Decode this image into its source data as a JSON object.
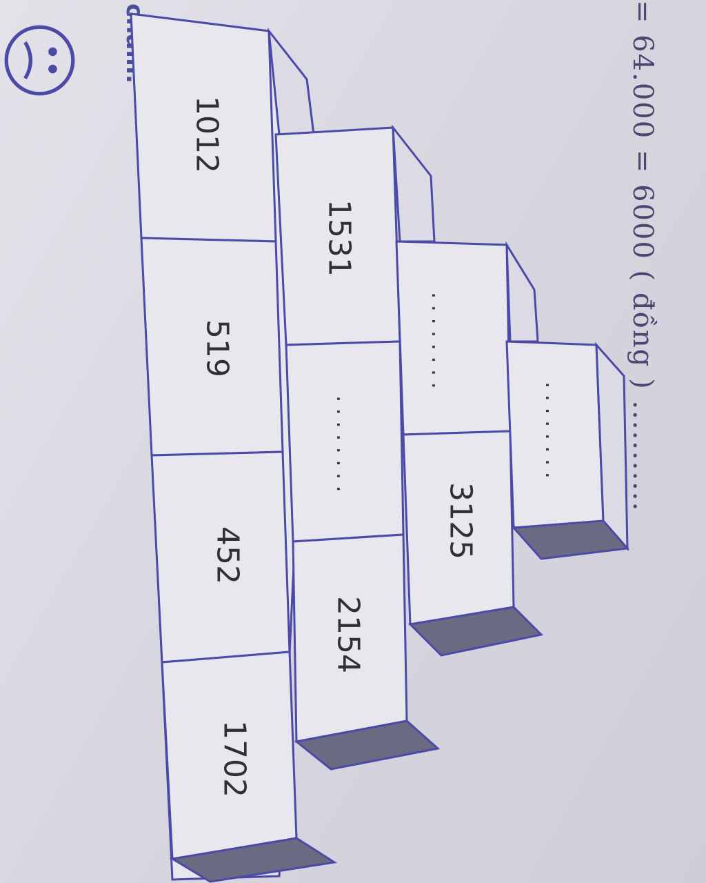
{
  "header": {
    "handwriting": "= 64.000 = 6000 ( đồng ) ...........",
    "section_label": "chấm:"
  },
  "icons": {
    "face": "sad-face-icon"
  },
  "pyramid": {
    "row1": [
      "1012",
      "519",
      "452",
      "1702"
    ],
    "row2": [
      "1531",
      "........",
      "2154"
    ],
    "row3": [
      "........",
      "3125"
    ],
    "row4": [
      "........"
    ]
  },
  "colors": {
    "outline": "#4b4aa6",
    "shade": "#6a6a82",
    "face": "#4b4aa6"
  }
}
